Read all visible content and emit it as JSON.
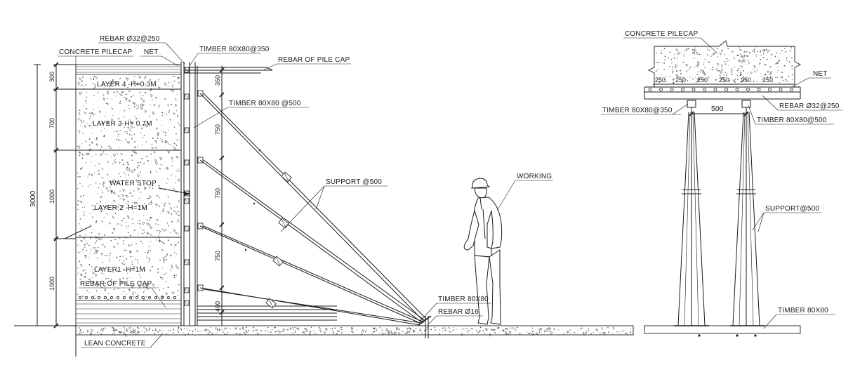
{
  "section_a": {
    "labels": {
      "rebar_top": "REBAR Ø32@250",
      "concrete_pilecap": "CONCRETE PILECAP",
      "net": "NET",
      "timber_350": "TIMBER 80X80@350",
      "rebar_of_pile_cap_top": "REBAR OF PILE CAP",
      "timber_500": "TIMBER 80X80 @500",
      "support": "SUPPORT @500",
      "water_stop": "WATER STOP",
      "working": "WORKING",
      "timber_80x80": "TIMBER 80X80",
      "rebar_16": "REBAR Ø16",
      "rebar_of_pile_cap_bottom": "REBAR OF PILE CAP",
      "lean_concrete": "LEAN CONCRETE"
    },
    "layers": [
      {
        "label": "LAYER 4 -H=0.3M"
      },
      {
        "label": "LAYER 3-H= 0.7M"
      },
      {
        "label": "LAYER 2 -H=1M"
      },
      {
        "label": "LAYER1 -H=1M"
      }
    ],
    "left_dims": {
      "total": "3000",
      "parts": [
        "300",
        "700",
        "1000",
        "1000"
      ]
    },
    "right_dims": [
      "350",
      "750",
      "750",
      "750",
      "400"
    ]
  },
  "section_b": {
    "labels": {
      "concrete_pilecap": "CONCRETE PILECAP",
      "net": "NET",
      "timber_left": "TIMBER 80X80@350",
      "rebar": "REBAR Ø32@250",
      "timber_right": "TIMBER 80X80@500",
      "support": "SUPPORT@500",
      "timber_bottom": "TIMBER 80X80"
    },
    "spacing_dims": [
      "250",
      "250",
      "250",
      "250",
      "250",
      "250"
    ],
    "post_spacing": "500"
  }
}
